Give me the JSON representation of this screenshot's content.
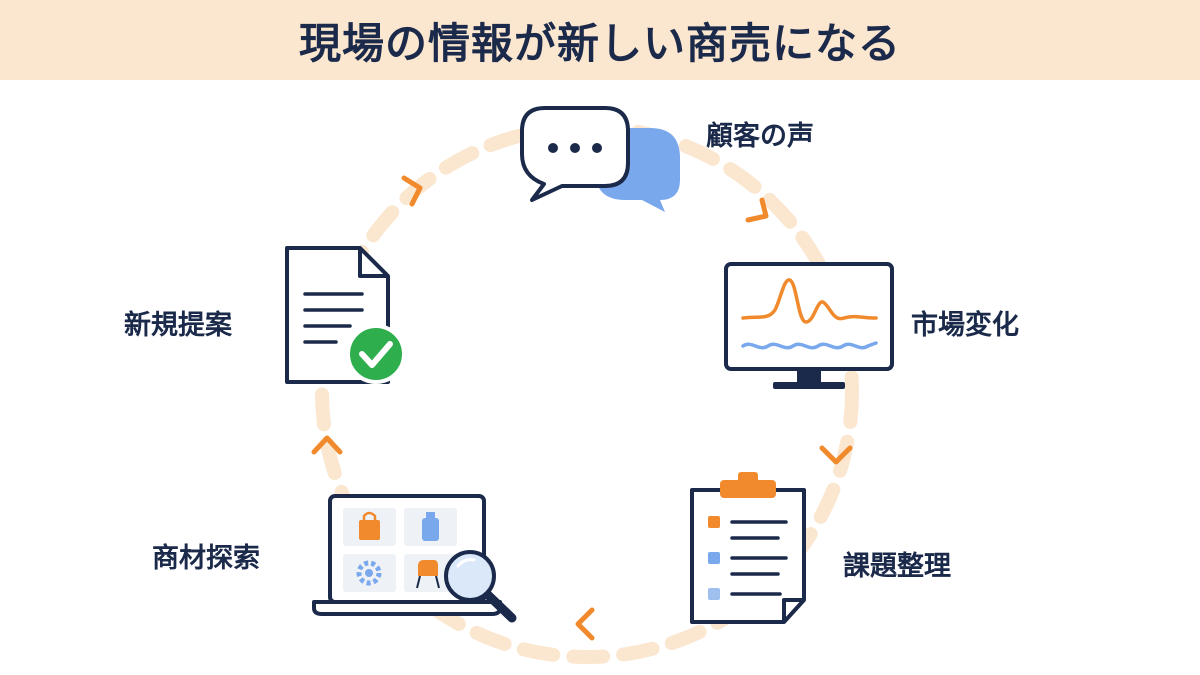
{
  "title": "現場の情報が新しい商売になる",
  "steps": [
    {
      "id": "voice",
      "label": "顧客の声",
      "icon": "speech-bubbles-icon"
    },
    {
      "id": "market",
      "label": "市場変化",
      "icon": "monitor-chart-icon"
    },
    {
      "id": "issues",
      "label": "課題整理",
      "icon": "clipboard-checklist-icon"
    },
    {
      "id": "search",
      "label": "商材探索",
      "icon": "laptop-search-icon"
    },
    {
      "id": "proposal",
      "label": "新規提案",
      "icon": "document-check-icon"
    }
  ],
  "colors": {
    "navy": "#1b2a4a",
    "orange": "#f08a2c",
    "blue": "#7aa8ec",
    "cycle_ring": "#fbe6cf",
    "banner": "#fbe6cf",
    "check_green": "#2fae4e"
  }
}
